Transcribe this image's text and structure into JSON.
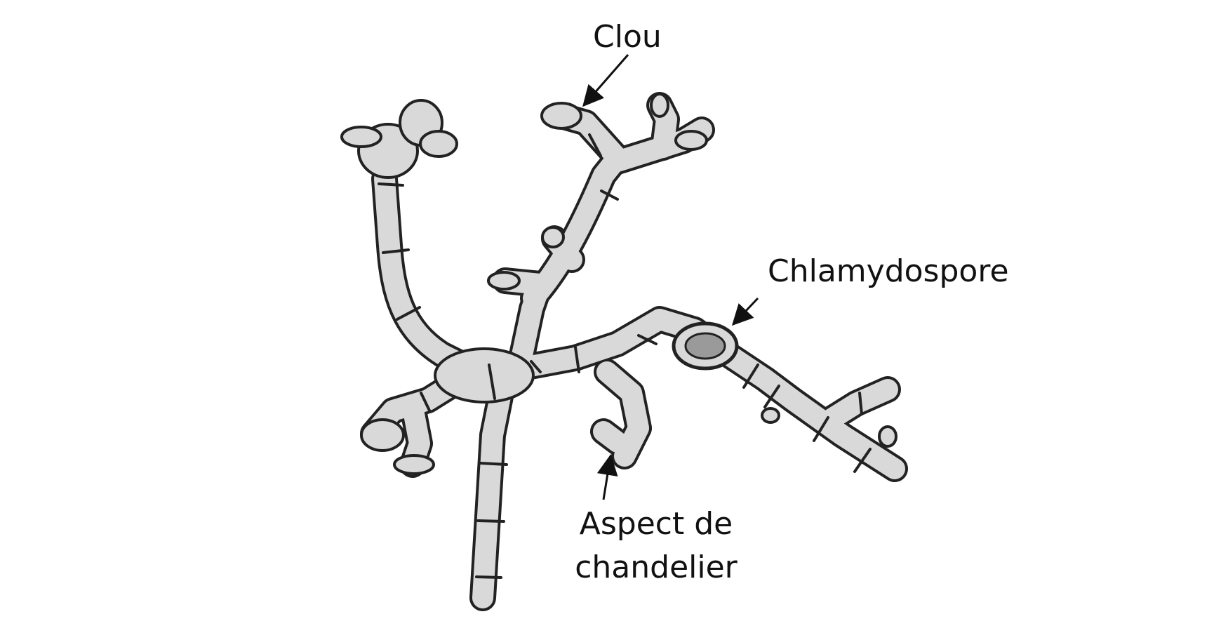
{
  "labels": {
    "clou": "Clou",
    "chlamydospore": "Chlamydospore",
    "aspect_line1": "Aspect de",
    "aspect_line2": "chandelier"
  },
  "colors": {
    "hypha_fill": "#d9d9d9",
    "outline": "#222222",
    "spore_inner": "#9a9a9a",
    "background": "#ffffff"
  }
}
